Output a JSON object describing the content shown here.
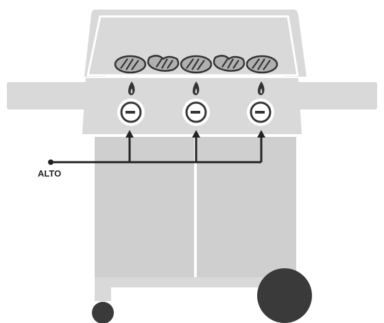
{
  "diagram": {
    "control_label": "ALTO",
    "burner_count": 3,
    "steak_count": 5,
    "colors": {
      "grill_light": "#d9d9d9",
      "grill_mid": "#cfcfcf",
      "outline": "#ffffff",
      "steak": "#b0b0b0",
      "dark": "#333333",
      "line": "#222222",
      "wheel": "#3a3a3a"
    }
  }
}
